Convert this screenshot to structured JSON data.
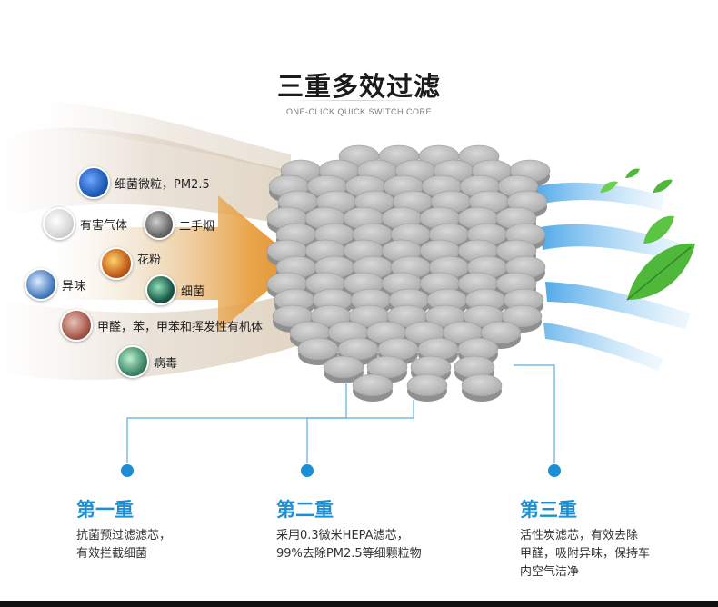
{
  "header": {
    "title": "三重多效过滤",
    "subtitle": "ONE-CLICK QUICK SWITCH CORE"
  },
  "pollutants": [
    {
      "label": "细菌微粒，PM2.5",
      "icon": "bacteria-particle-icon",
      "color": "#1f5db8"
    },
    {
      "label": "有害气体",
      "icon": "harmful-gas-icon",
      "color": "#d7d7d7"
    },
    {
      "label": "二手烟",
      "icon": "cigarette-icon",
      "color": "#6a6a6a"
    },
    {
      "label": "花粉",
      "icon": "pollen-icon",
      "color": "#c9661f"
    },
    {
      "label": "细菌",
      "icon": "germ-icon",
      "color": "#1b5b4a"
    },
    {
      "label": "异味",
      "icon": "odor-icon",
      "color": "#4d7fc0"
    },
    {
      "label": "甲醛，苯，甲苯和挥发性有机体",
      "icon": "formaldehyde-icon",
      "color": "#a85a4c"
    },
    {
      "label": "病毒",
      "icon": "virus-icon",
      "color": "#3f8a6b"
    }
  ],
  "stages": [
    {
      "title": "第一重",
      "desc": [
        "抗菌预过滤滤芯，",
        "有效拦截细菌"
      ]
    },
    {
      "title": "第二重",
      "desc": [
        "采用0.3微米HEPA滤芯，",
        "99%去除PM2.5等细颗粒物"
      ]
    },
    {
      "title": "第三重",
      "desc": [
        "活性炭滤芯，有效去除",
        "甲醛，吸附异味，保持车",
        "内空气洁净"
      ]
    }
  ],
  "colors": {
    "accent": "#1b8fd6",
    "dirty_air": "#e0a04a",
    "clean_air": "#3fa0e6",
    "leaf": "#4fb83a",
    "tablet": "#bdbdbd"
  }
}
